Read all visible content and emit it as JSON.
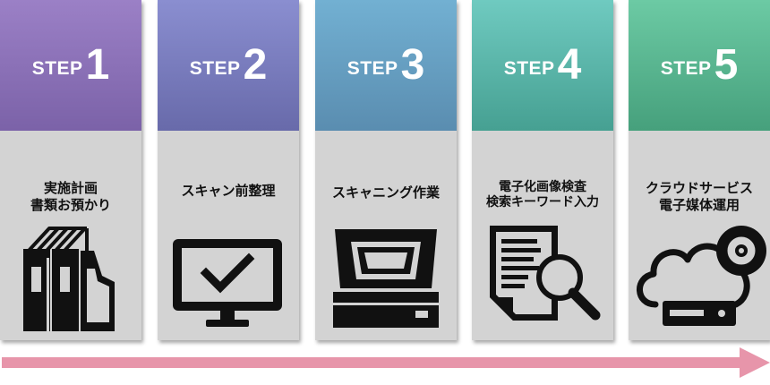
{
  "steps": [
    {
      "prefix": "STEP",
      "number": "1",
      "label": [
        "実施計画",
        "書類お預かり"
      ],
      "color_top": "#9b80c6",
      "color_bottom": "#7b62a8",
      "icon": "binders-icon"
    },
    {
      "prefix": "STEP",
      "number": "2",
      "label": [
        "スキャン前整理"
      ],
      "color_top": "#8a8ed0",
      "color_bottom": "#686aaa",
      "icon": "monitor-check-icon"
    },
    {
      "prefix": "STEP",
      "number": "3",
      "label": [
        "スキャニング作業"
      ],
      "color_top": "#72b0d2",
      "color_bottom": "#5a8db0",
      "icon": "scanner-icon"
    },
    {
      "prefix": "STEP",
      "number": "4",
      "label": [
        "電子化画像検査",
        "検索キーワード入力"
      ],
      "color_top": "#6fcac0",
      "color_bottom": "#46a092",
      "icon": "document-search-icon"
    },
    {
      "prefix": "STEP",
      "number": "5",
      "label": [
        "クラウドサービス",
        "電子媒体運用"
      ],
      "color_top": "#6ccaa4",
      "color_bottom": "#46a07c",
      "icon": "cloud-storage-icon"
    }
  ],
  "arrow_color": "#e795aa"
}
